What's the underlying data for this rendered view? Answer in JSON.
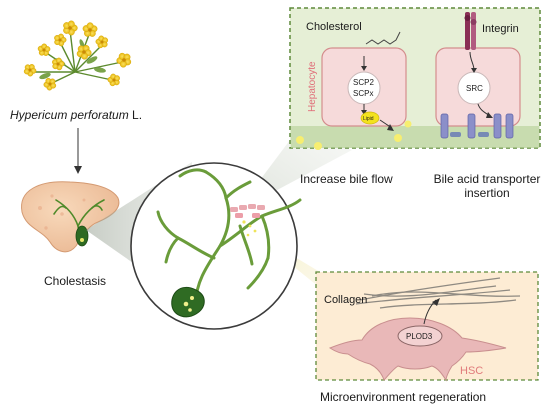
{
  "plant": {
    "name": "Hypericum perforatum",
    "author": " L."
  },
  "liver": {
    "label": "Cholestasis"
  },
  "cell_panel": {
    "cholesterol": "Cholesterol",
    "integrin": "Integrin",
    "hepatocyte": "Hepatocyte",
    "scp2": "SCP2",
    "scpx": "SCPx",
    "src": "SRC",
    "lipid": "Lipid"
  },
  "captions": {
    "bile_flow": "Increase bile flow",
    "transporter_1": "Bile acid transporter",
    "transporter_2": "insertion",
    "micro": "Microenvironment regeneration"
  },
  "hsc_panel": {
    "collagen": "Collagen",
    "plod3": "PLOD3",
    "hsc": "HSC"
  },
  "colors": {
    "panel_bg": "#e6efd6",
    "panel_border": "#5e8a3a",
    "cell_fill": "#f6dada",
    "cell_border": "#d48d8d",
    "hsc_panel_bg": "#fdecd4",
    "hsc_fill": "#e9b8b8",
    "duct": "#6a9c3a",
    "flower": "#f2cc1a"
  }
}
